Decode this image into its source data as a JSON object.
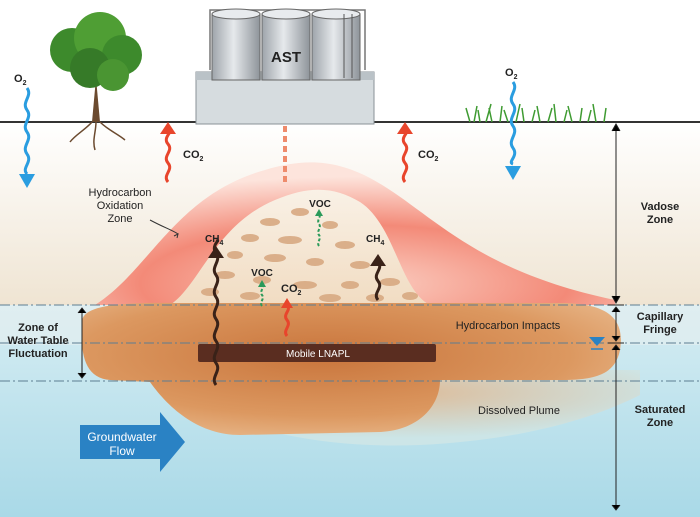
{
  "labels": {
    "ast": "AST",
    "o2": "O",
    "o2_sub": "2",
    "co2": "CO",
    "co2_sub": "2",
    "ch4": "CH",
    "ch4_sub": "4",
    "voc": "VOC",
    "oxidation_zone": [
      "Hydrocarbon",
      "Oxidation",
      "Zone"
    ],
    "vadose_zone": [
      "Vadose",
      "Zone"
    ],
    "capillary_fringe": [
      "Capillary",
      "Fringe"
    ],
    "saturated_zone": [
      "Saturated",
      "Zone"
    ],
    "water_table_fluctuation": [
      "Zone of",
      "Water Table",
      "Fluctuation"
    ],
    "hydrocarbon_impacts": "Hydrocarbon Impacts",
    "mobile_lnapl": "Mobile LNAPL",
    "dissolved_plume": "Dissolved Plume",
    "groundwater_flow": [
      "Groundwater",
      "Flow"
    ]
  },
  "colors": {
    "oxygen_arrow": "#2a9de0",
    "co2_arrow": "#e8452c",
    "methane_arrow": "#3a2218",
    "voc_arrow": "#2a9a5a",
    "saturated_water": "#bfe3ee",
    "vadose_soil": "#f3ead9",
    "oxidation_zone": "#ee6060",
    "hydrocarbon_impacts": "#d2874a",
    "mobile_lnapl": "#5a2d20",
    "flow_arrow": "#2a82c4"
  }
}
